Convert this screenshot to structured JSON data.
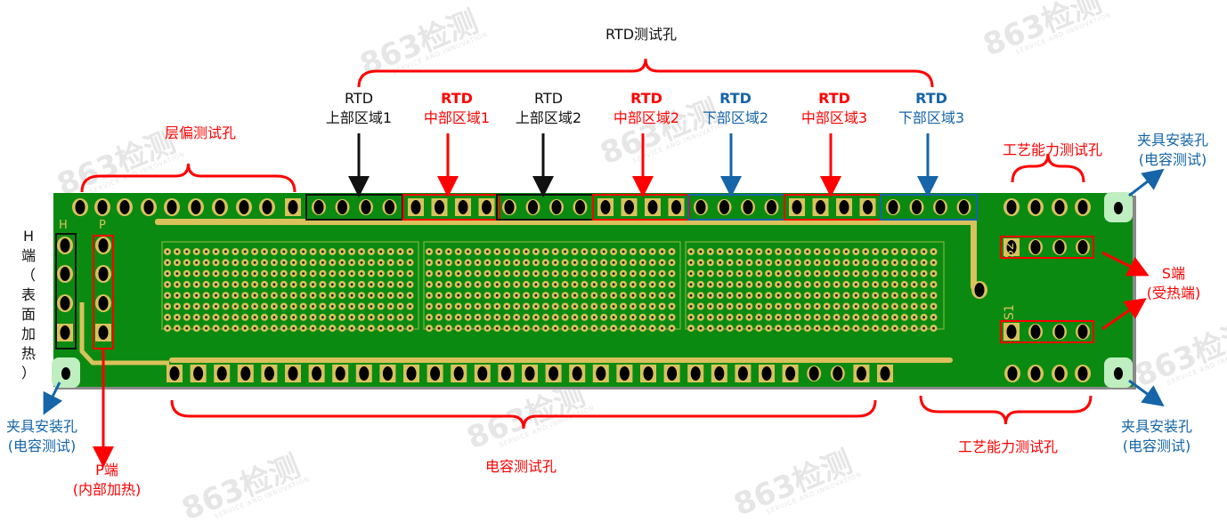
{
  "watermark": {
    "text": "863检测",
    "subtext": "SERVICE AND INNOVATION"
  },
  "labels": {
    "rtd_group": "RTD测试孔",
    "layer_offset": "层偏测试孔",
    "rtd_regions": [
      {
        "line1": "RTD",
        "line2": "上部区域1",
        "color": "#111111"
      },
      {
        "line1": "RTD",
        "line2": "中部区域1",
        "color": "#ff0000"
      },
      {
        "line1": "RTD",
        "line2": "上部区域2",
        "color": "#111111"
      },
      {
        "line1": "RTD",
        "line2": "中部区域2",
        "color": "#ff0000"
      },
      {
        "line1": "RTD",
        "line2": "下部区域2",
        "color": "#1565a8"
      },
      {
        "line1": "RTD",
        "line2": "中部区域3",
        "color": "#ff0000"
      },
      {
        "line1": "RTD",
        "line2": "下部区域3",
        "color": "#1565a8"
      }
    ],
    "process_top": "工艺能力测试孔",
    "process_bottom": "工艺能力测试孔",
    "fixture_top_right": {
      "line1": "夹具安装孔",
      "line2": "(电容测试)"
    },
    "fixture_bottom_right": {
      "line1": "夹具安装孔",
      "line2": "(电容测试)"
    },
    "fixture_bottom_left": {
      "line1": "夹具安装孔",
      "line2": "(电容测试)"
    },
    "s_end": {
      "line1": "S端",
      "line2": "(受热端)"
    },
    "p_end": {
      "line1": "P端",
      "line2": "(内部加热)"
    },
    "h_end": [
      "H",
      "端",
      "（",
      "表",
      "面",
      "加",
      "热",
      "）"
    ],
    "capacitance": "电容测试孔"
  },
  "silkscreen": {
    "h": "H",
    "p": "P",
    "s1": "S1",
    "s2": "S2"
  },
  "colors": {
    "board": "#0b8a12",
    "copper": "#d9c25c",
    "red": "#ff0000",
    "blue": "#1565a8",
    "black": "#111111"
  }
}
